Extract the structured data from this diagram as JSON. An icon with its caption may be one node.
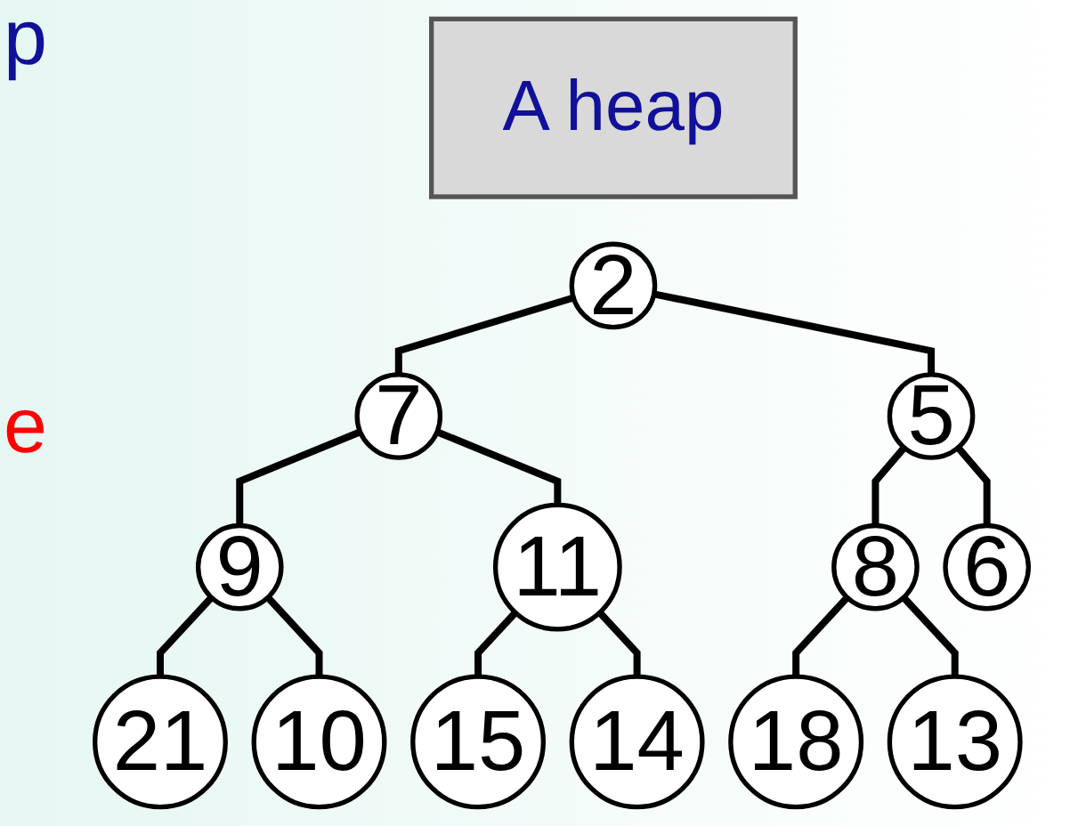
{
  "diagram": {
    "nodes": [
      {
        "text": [
          "A heap"
        ]
      },
      {
        "text": [
          "2"
        ]
      },
      {
        "text": [
          "7"
        ]
      },
      {
        "text": [
          "5"
        ]
      },
      {
        "text": [
          "9"
        ]
      },
      {
        "text": [
          "11"
        ]
      },
      {
        "text": [
          "8"
        ]
      },
      {
        "text": [
          "6"
        ]
      },
      {
        "text": [
          "21"
        ]
      },
      {
        "text": [
          "10"
        ]
      },
      {
        "text": [
          "15"
        ]
      },
      {
        "text": [
          "14"
        ]
      },
      {
        "text": [
          "18"
        ]
      },
      {
        "text": [
          "13"
        ]
      }
    ],
    "edges": [
      {
        "from": 1,
        "to": 2,
        "arrow": "none"
      },
      {
        "from": 1,
        "to": 3,
        "arrow": "none"
      },
      {
        "from": 2,
        "to": 4,
        "arrow": "none"
      },
      {
        "from": 2,
        "to": 5,
        "arrow": "none"
      },
      {
        "from": 3,
        "to": 6,
        "arrow": "none"
      },
      {
        "from": 3,
        "to": 7,
        "arrow": "none"
      },
      {
        "from": 4,
        "to": 8,
        "arrow": "none"
      },
      {
        "from": 4,
        "to": 9,
        "arrow": "none"
      },
      {
        "from": 5,
        "to": 10,
        "arrow": "none"
      },
      {
        "from": 5,
        "to": 11,
        "arrow": "none"
      },
      {
        "from": 6,
        "to": 12,
        "arrow": "none"
      },
      {
        "from": 6,
        "to": 13,
        "arrow": "none"
      }
    ],
    "labels": [
      "p",
      "e"
    ]
  }
}
